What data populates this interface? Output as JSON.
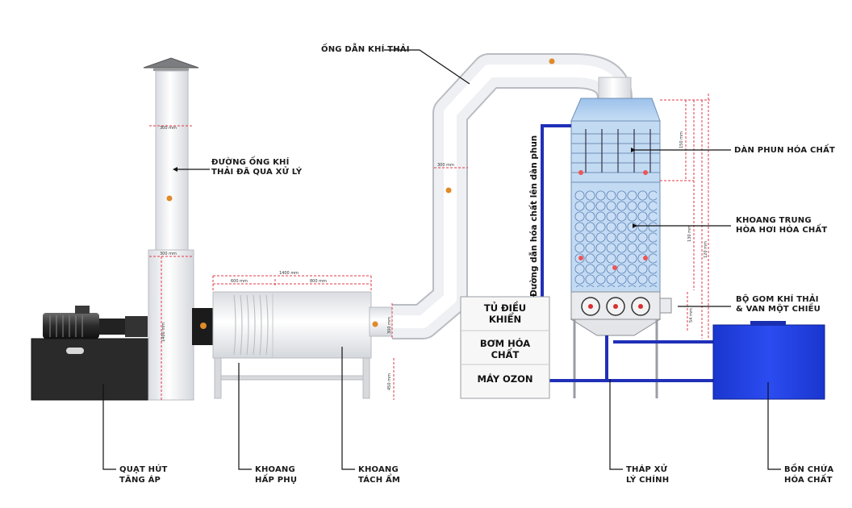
{
  "labels": {
    "exhaust_duct": "ỐNG DẪN KHÍ THẢI",
    "treated_stack_line1": "ĐƯỜNG ỐNG KHÍ",
    "treated_stack_line2": "THẢI ĐÃ QUA XỬ LÝ",
    "spray_manifold": "DÀN PHUN HÓA CHẤT",
    "neutralize_line1": "KHOANG TRUNG",
    "neutralize_line2": "HÒA HƠI HÓA CHẤT",
    "collector_line1": "BỘ GOM KHÍ THẢI",
    "collector_line2": "& VAN MỘT CHIỀU",
    "chem_pipe_vertical": "Đường dẫn hóa chất lên dàn phun",
    "fan_line1": "QUẠT HÚT",
    "fan_line2": "TĂNG ÁP",
    "adsorb_line1": "KHOANG",
    "adsorb_line2": "HẤP PHỤ",
    "moist_line1": "KHOANG",
    "moist_line2": "TÁCH ẨM",
    "tower_line1": "THÁP XỬ",
    "tower_line2": "LÝ CHÍNH",
    "tank_line1": "BỒN CHỨA",
    "tank_line2": "HÓA CHẤT"
  },
  "control_box": {
    "panel_line1": "TỦ ĐIỀU",
    "panel_line2": "KHIỂN",
    "pump_line1": "BƠM HÓA",
    "pump_line2": "CHẤT",
    "ozone": "MÁY OZON"
  },
  "dimensions": {
    "stack_top": "300 mm",
    "stack_base": "300 mm",
    "stack_height": "1400 mm",
    "chamber_total": "1400 mm",
    "chamber_left": "600 mm",
    "chamber_right": "800 mm",
    "duct_width": "300 mm",
    "inlet": "300 mm",
    "stand_height": "450 mm",
    "tower_top": "150 mm",
    "tower_mid": "130 mm",
    "tower_total": "120 mm",
    "tower_bottom": "54 mm"
  },
  "colors": {
    "duct": "#f3f4f6",
    "duct_edge": "#b9bcc2",
    "tower_fill": "#bcd6f2",
    "tower_edge": "#6f8fb5",
    "pipe": "#2030b8",
    "tank": "#1f3fe0",
    "dim_line": "#e23a4a",
    "motor": "#2a2a2a"
  }
}
